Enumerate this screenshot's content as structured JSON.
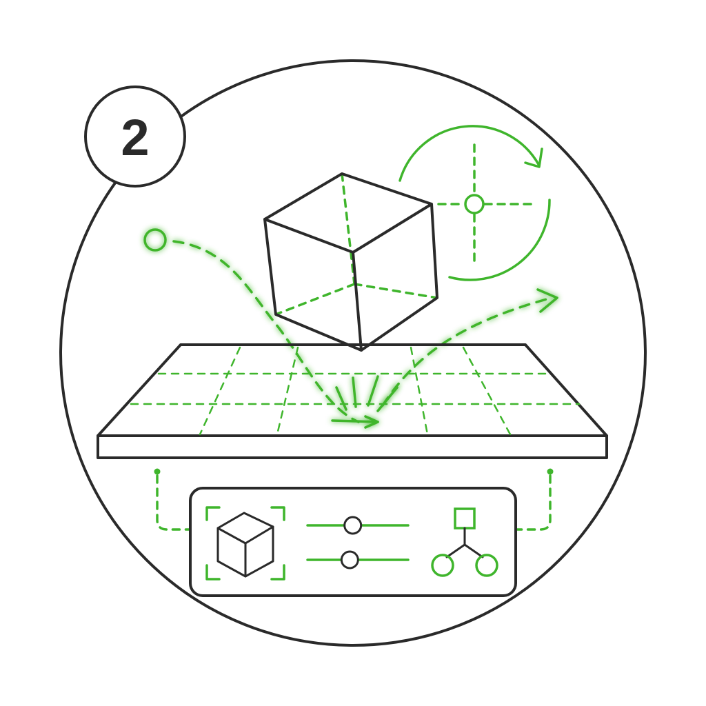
{
  "step": {
    "number": "2"
  },
  "colors": {
    "ink": "#2a2a2a",
    "accent": "#3fb52c",
    "background": "#ffffff"
  },
  "icons": {
    "badge": "step-number-badge",
    "object": "cube-icon",
    "rotate": "rotate-crosshair-icon",
    "surface": "grid-plane",
    "panel_object": "cube-select-icon",
    "panel_sliders": "slider-controls-icon",
    "panel_tree": "node-tree-icon"
  },
  "panel": {
    "sliders": [
      {
        "value": 0.45
      },
      {
        "value": 0.42
      }
    ]
  }
}
